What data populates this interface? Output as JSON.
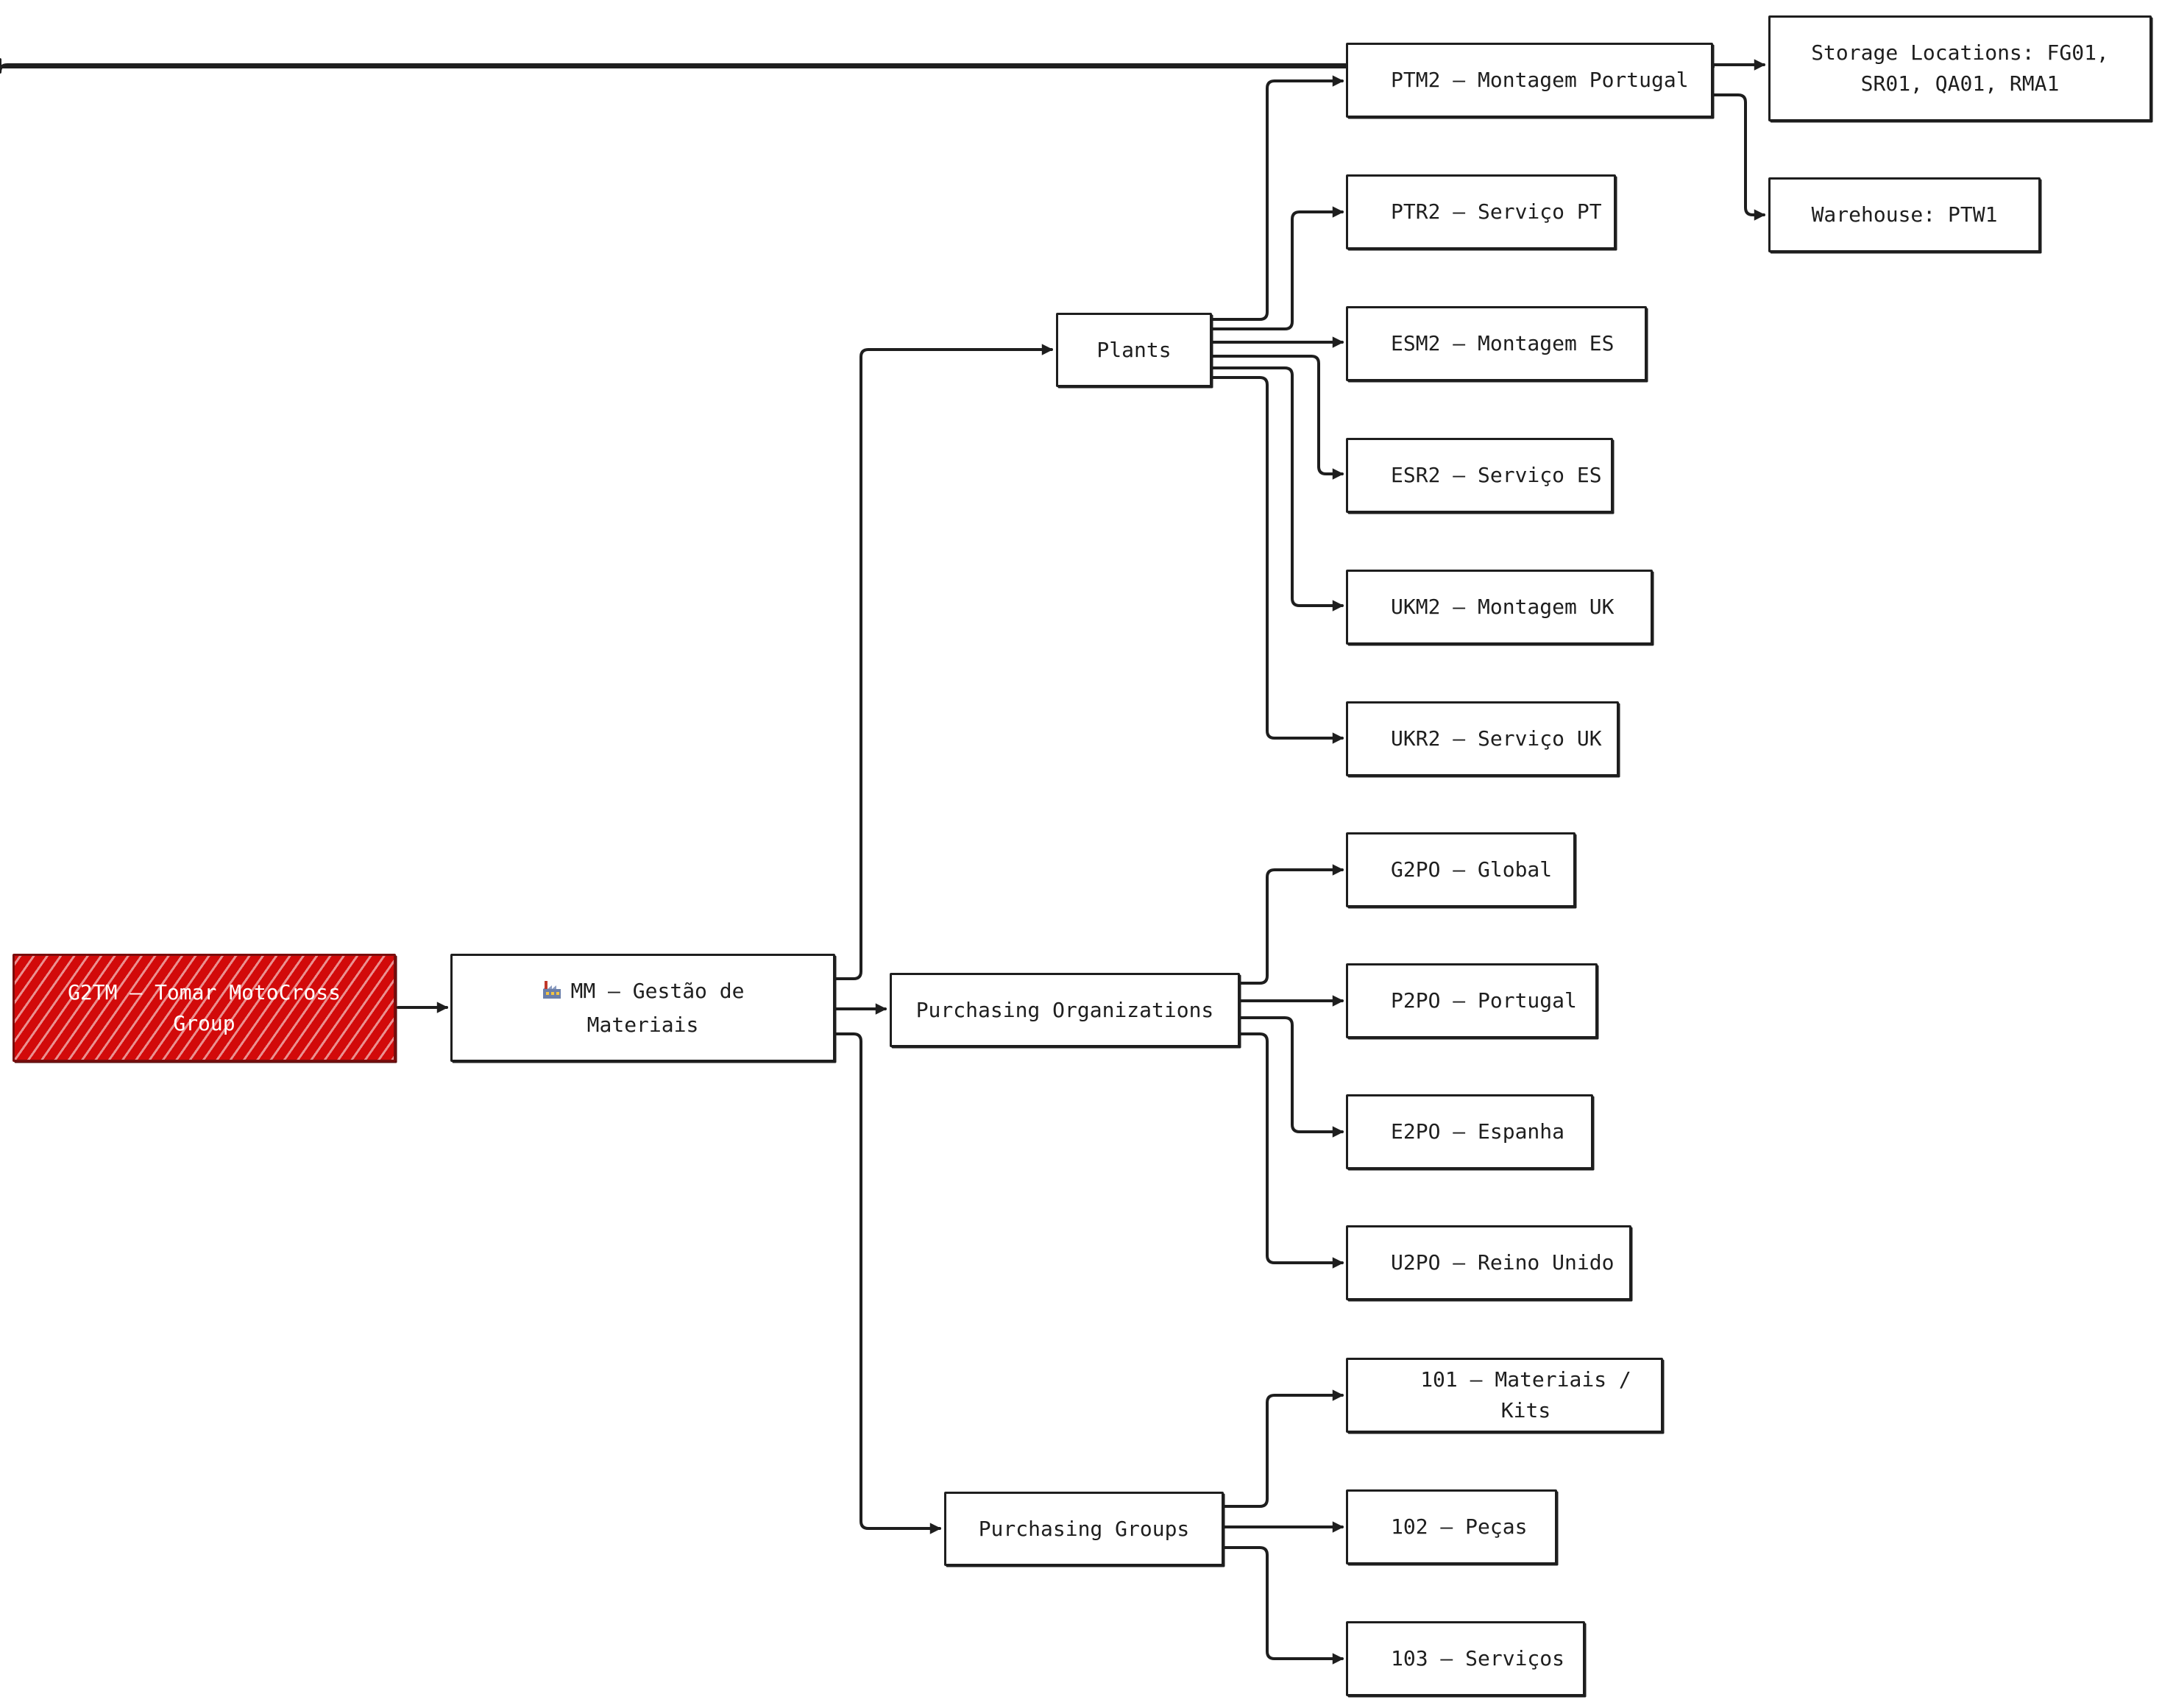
{
  "diagram": {
    "colors": {
      "root_fill": "#d20a0a",
      "stroke": "#1e1e1e",
      "root_text": "#ffffff"
    },
    "root": {
      "label": "G2TM – Tomar MotoCross\nGroup"
    },
    "module": {
      "icon": "factory-icon",
      "label": "MM – Gestão de\nMateriais"
    },
    "categories": {
      "plants": "Plants",
      "purchasing_orgs": "Purchasing Organizations",
      "purchasing_groups": "Purchasing Groups"
    },
    "plants": [
      "PTM2 – Montagem Portugal",
      "PTR2 – Serviço PT",
      "ESM2 – Montagem ES",
      "ESR2 – Serviço ES",
      "UKM2 – Montagem UK",
      "UKR2 – Serviço UK"
    ],
    "purchasing_orgs": [
      "G2PO – Global",
      "P2PO – Portugal",
      "E2PO – Espanha",
      "U2PO – Reino Unido"
    ],
    "purchasing_groups": [
      "101 – Materiais / Kits",
      "102 – Peças",
      "103 – Serviços"
    ],
    "ptm2_details": {
      "storage_locations": "Storage Locations: FG01,\nSR01, QA01, RMA1",
      "warehouse": "Warehouse: PTW1"
    }
  }
}
